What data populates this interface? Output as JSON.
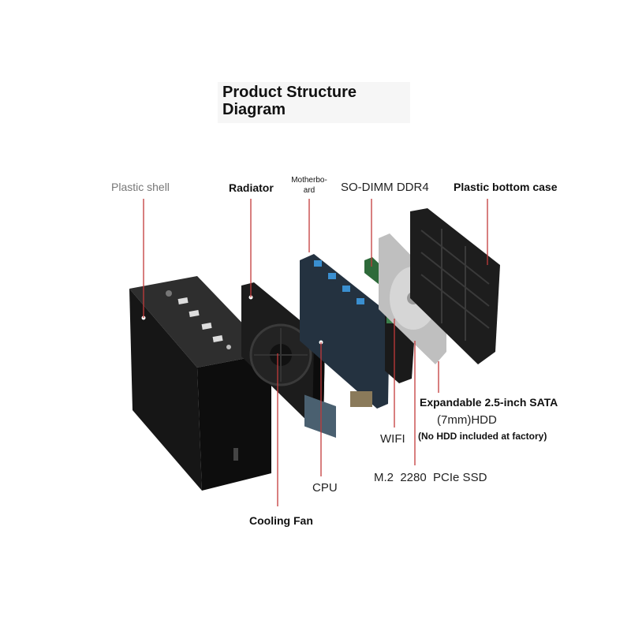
{
  "title": "Product Structure Diagram",
  "labels": {
    "plastic_shell": "Plastic shell",
    "radiator": "Radiator",
    "motherboard": "Motherbo-ard",
    "so_dimm": "SO-DIMM DDR4",
    "plastic_bottom_case": "Plastic bottom case",
    "hdd_line1": "Expandable 2.5-inch SATA",
    "hdd_line2": "(7mm)HDD",
    "hdd_line3": "(No HDD included at factory)",
    "wifi": "WIFI",
    "ssd": "M.2  2280  PCIe SSD",
    "cpu": "CPU",
    "cooling_fan": "Cooling Fan"
  },
  "colors": {
    "leader_line": "#c23a3a",
    "case": "#151515",
    "board": "#2a3a4a"
  }
}
